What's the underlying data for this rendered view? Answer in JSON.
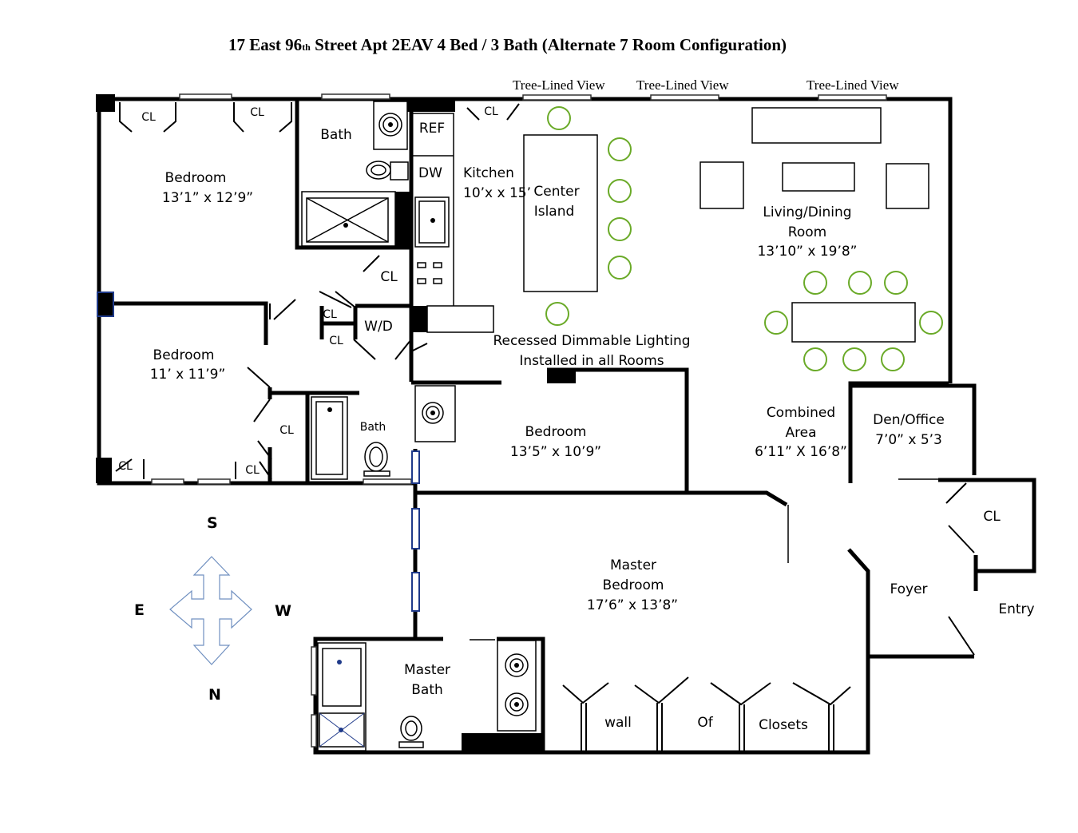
{
  "title": {
    "main1": "17 East 96",
    "sup": "th",
    "main2": " Street Apt 2EAV 4 Bed / 3 Bath (Alternate 7 Room Configuration)"
  },
  "views": [
    "Tree-Lined View",
    "Tree-Lined View",
    "Tree-Lined View"
  ],
  "rooms": {
    "bedroom1": {
      "name": "Bedroom",
      "size": "13’1” x 12’9”"
    },
    "bath1": {
      "name": "Bath"
    },
    "ref": "REF",
    "dw": "DW",
    "kitchen": {
      "name": "Kitchen",
      "size": "10’x x 15’"
    },
    "island": {
      "line1": "Center",
      "line2": "Island"
    },
    "living": {
      "line1": "Living/Dining",
      "line2": "Room",
      "size": "13’10” x 19’8”"
    },
    "bedroom2": {
      "name": "Bedroom",
      "size": "11’ x 11’9”"
    },
    "wd": "W/D",
    "bath2": {
      "name": "Bath"
    },
    "bedroom3": {
      "name": "Bedroom",
      "size": "13’5” x 10’9”"
    },
    "combined": {
      "line1": "Combined",
      "line2": "Area",
      "size": "6’11” X 16’8”"
    },
    "den": {
      "name": "Den/Office",
      "size": "7’0” x 5’3"
    },
    "master": {
      "line1": "Master",
      "line2": "Bedroom",
      "size": "17’6” x 13’8”"
    },
    "master_bath": {
      "line1": "Master",
      "line2": "Bath"
    },
    "foyer": "Foyer",
    "entry": "Entry",
    "closets": [
      "wall",
      "Of",
      "Closets"
    ]
  },
  "closet_label": "CL",
  "note": {
    "line1": "Recessed Dimmable Lighting",
    "line2": "Installed in all Rooms"
  },
  "compass": {
    "s": "S",
    "e": "E",
    "w": "W",
    "n": "N"
  },
  "colors": {
    "chair": "#6aaa28",
    "window_frame": "#1f3a8a"
  }
}
